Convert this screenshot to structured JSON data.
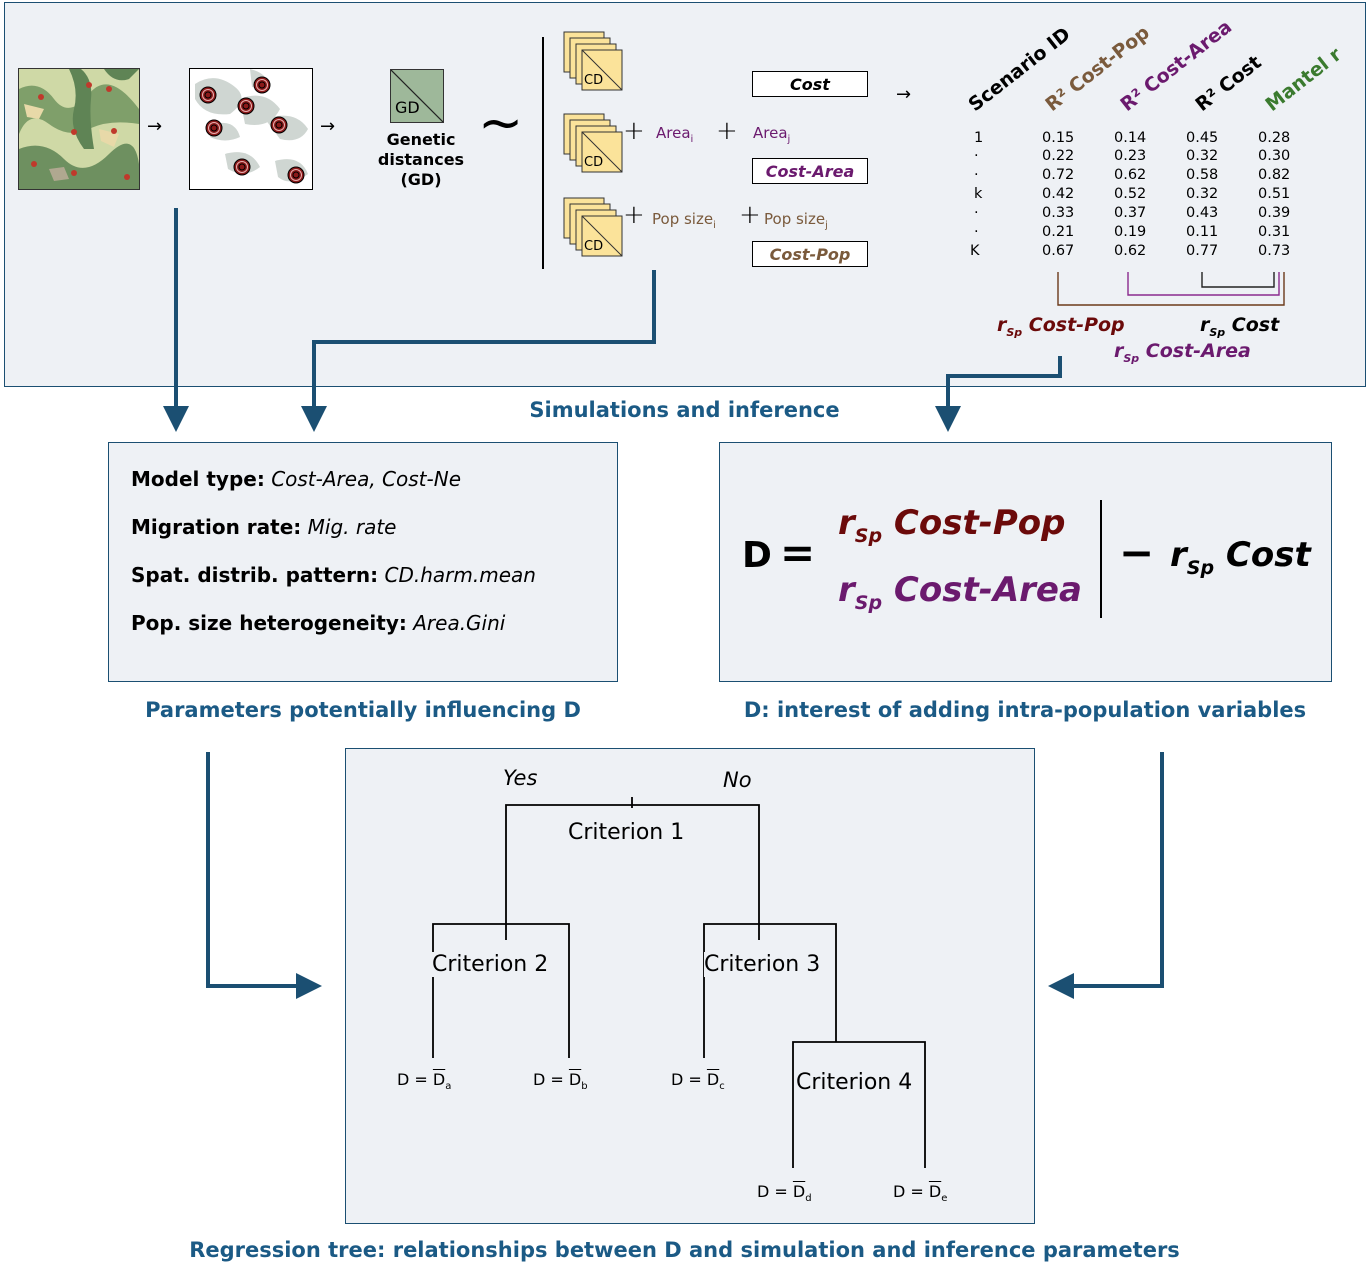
{
  "panel_top": {
    "caption": "Simulations and inference",
    "gd_box_label": "GD",
    "gd_caption_lines": [
      "Genetic",
      "distances",
      "(GD)"
    ],
    "tilde": "~",
    "cd_label": "CD",
    "model_rows": [
      {
        "terms": [],
        "label": "Cost"
      },
      {
        "terms": [
          "Area",
          "i",
          "Area",
          "j"
        ],
        "label": "Cost-Area"
      },
      {
        "terms": [
          "Pop size",
          "i",
          "Pop size",
          "j"
        ],
        "label": "Cost-Pop"
      }
    ],
    "plus": "+",
    "arrow": "→",
    "table": {
      "headers": [
        "Scenario ID",
        "R² Cost-Pop",
        "R² Cost-Area",
        "R² Cost",
        "Mantel r"
      ],
      "ids": [
        "1",
        "·",
        "·",
        "k",
        "·",
        "·",
        "K"
      ],
      "rows": [
        [
          "0.15",
          "0.14",
          "0.45",
          "0.28"
        ],
        [
          "0.22",
          "0.23",
          "0.32",
          "0.30"
        ],
        [
          "0.72",
          "0.62",
          "0.58",
          "0.82"
        ],
        [
          "0.42",
          "0.52",
          "0.32",
          "0.51"
        ],
        [
          "0.33",
          "0.37",
          "0.43",
          "0.39"
        ],
        [
          "0.21",
          "0.19",
          "0.11",
          "0.31"
        ],
        [
          "0.67",
          "0.62",
          "0.77",
          "0.73"
        ]
      ]
    },
    "r_labels": {
      "r": "r",
      "sub": "Sp",
      "cost_pop": "Cost-Pop",
      "cost": "Cost",
      "cost_area": "Cost-Area"
    }
  },
  "panel_params": {
    "caption": "Parameters potentially influencing D",
    "items": [
      {
        "label": "Model type:",
        "value": "Cost-Area, Cost-Ne"
      },
      {
        "label": "Migration rate:",
        "value": "Mig. rate"
      },
      {
        "label": "Spat. distrib. pattern:",
        "value": "CD.harm.mean"
      },
      {
        "label": "Pop. size heterogeneity:",
        "value": "Area.Gini"
      }
    ]
  },
  "panel_d": {
    "caption": "D: interest of adding intra-population variables",
    "lhs": "D",
    "eq": "=",
    "minus": "−",
    "r": "r",
    "sub": "Sp",
    "top": "Cost-Pop",
    "bottom": "Cost-Area",
    "right": "Cost"
  },
  "panel_tree": {
    "caption": "Regression tree: relationships between D and simulation and inference parameters",
    "yes": "Yes",
    "no": "No",
    "criteria": [
      "Criterion 1",
      "Criterion 2",
      "Criterion 3",
      "Criterion 4"
    ],
    "leaf_prefix": "D = ",
    "leaf_symbol": "D",
    "leaves": [
      "a",
      "b",
      "c",
      "d",
      "e"
    ]
  },
  "colors": {
    "frame": "#1b4f72",
    "caption": "#1b5a85",
    "panel_bg": "#eef1f5",
    "brown": "#7a5a3c",
    "purple": "#6b1a6e",
    "dark_red": "#6b0a0a",
    "green": "#3a7a2e",
    "cd_fill": "#fbe39a"
  }
}
